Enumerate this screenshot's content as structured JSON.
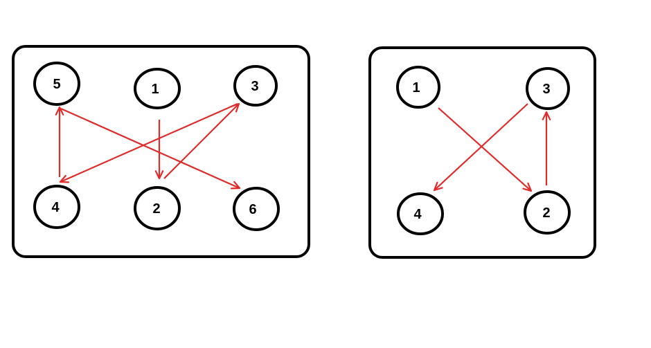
{
  "edge_color": "#e02b2b",
  "node_stroke": "#000000",
  "background": "#ffffff",
  "graphs": [
    {
      "id": "left",
      "nodes": [
        {
          "id": "5",
          "label": "5"
        },
        {
          "id": "1",
          "label": "1"
        },
        {
          "id": "3",
          "label": "3"
        },
        {
          "id": "4",
          "label": "4"
        },
        {
          "id": "2",
          "label": "2"
        },
        {
          "id": "6",
          "label": "6"
        }
      ],
      "edges": [
        {
          "from": "1",
          "to": "2"
        },
        {
          "from": "2",
          "to": "3"
        },
        {
          "from": "3",
          "to": "4"
        },
        {
          "from": "4",
          "to": "5"
        },
        {
          "from": "5",
          "to": "6"
        }
      ]
    },
    {
      "id": "right",
      "nodes": [
        {
          "id": "1",
          "label": "1"
        },
        {
          "id": "3",
          "label": "3"
        },
        {
          "id": "4",
          "label": "4"
        },
        {
          "id": "2",
          "label": "2"
        }
      ],
      "edges": [
        {
          "from": "1",
          "to": "2"
        },
        {
          "from": "2",
          "to": "3"
        },
        {
          "from": "3",
          "to": "4"
        }
      ]
    }
  ]
}
